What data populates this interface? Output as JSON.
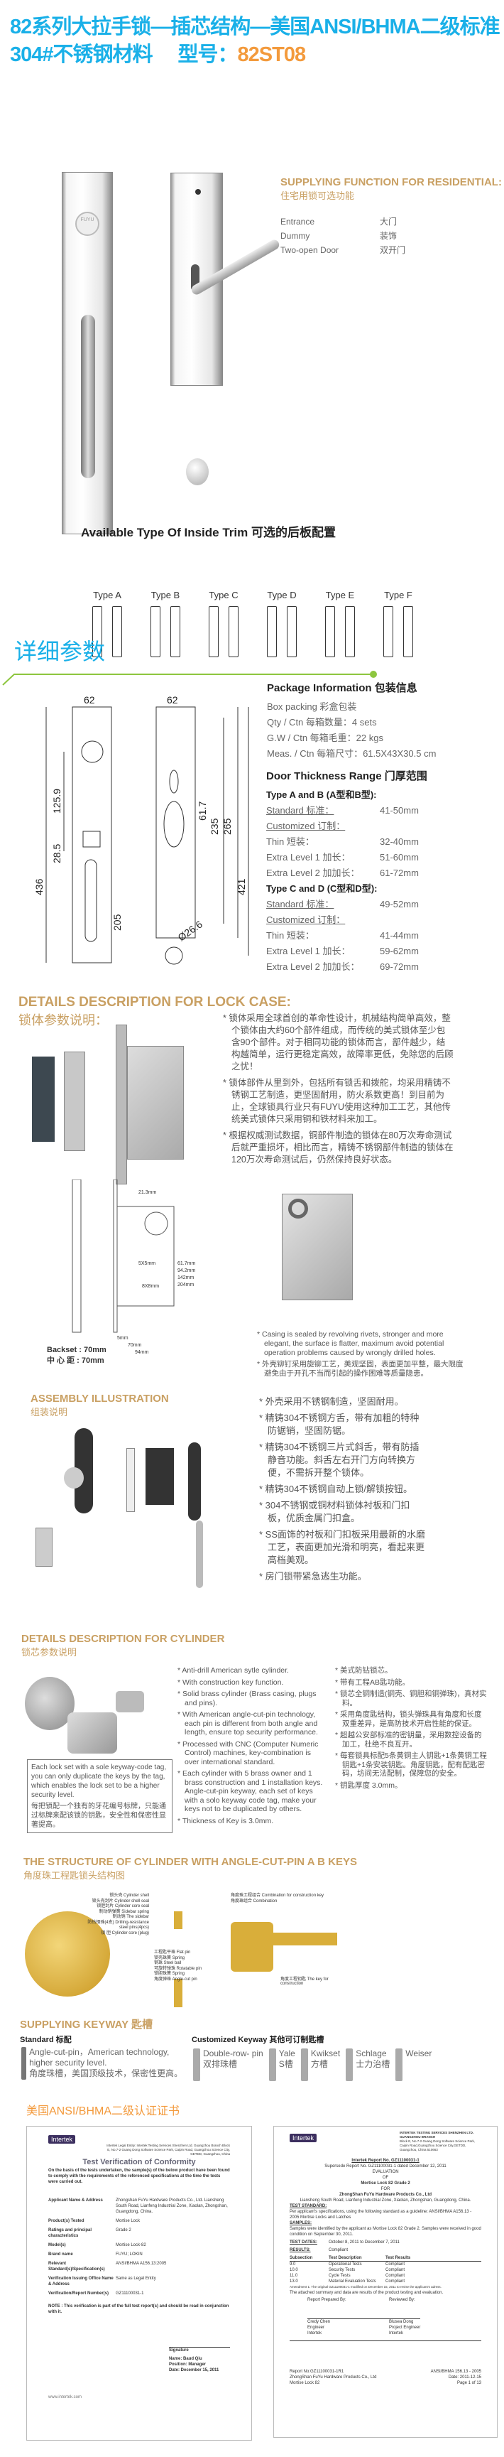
{
  "header": {
    "line1": "82系列大拉手锁—插芯结构—美国ANSI/BHMA二级标准",
    "line2_prefix": "304#不锈钢材料",
    "model_label": "型号：",
    "model": "82ST08"
  },
  "function": {
    "title_en": "SUPPLYING FUNCTION FOR RESIDENTIAL:",
    "title_cn": "住宅用锁可选功能",
    "items": [
      {
        "en": "Entrance",
        "cn": "大门"
      },
      {
        "en": "Dummy",
        "cn": "装饰"
      },
      {
        "en": "Two-open Door",
        "cn": "双开门"
      }
    ]
  },
  "product_logo": "FUYU",
  "trim": {
    "title": "Available Type Of Inside Trim  可选的后板配置",
    "types": [
      "Type A",
      "Type B",
      "Type C",
      "Type D",
      "Type E",
      "Type F"
    ]
  },
  "details_title": "详细参数",
  "drawing": {
    "dims": [
      "62",
      "62",
      "436",
      "125.9",
      "28.5",
      "205",
      "61.7",
      "235",
      "265",
      "421",
      "Ø26.6"
    ]
  },
  "package": {
    "title": "Package  Information 包装信息",
    "lines": [
      "Box packing 彩盒包装",
      "Qty / Ctn 每箱数量：4 sets",
      "G.W / Ctn 每箱毛重：22 kgs",
      "Meas. / Ctn 每箱尺寸：61.5X43X30.5 cm"
    ]
  },
  "thickness": {
    "title": "Door Thickness Range 门厚范围",
    "groups": [
      {
        "title": "Type A and B (A型和B型):",
        "standard_label": "Standard 标准：",
        "standard": "41-50mm",
        "customized_label": "Customized 订制：",
        "rows": [
          {
            "label": "Thin 短装：",
            "value": "32-40mm"
          },
          {
            "label": "Extra Level 1 加长：",
            "value": "51-60mm"
          },
          {
            "label": "Extra Level 2 加加长：",
            "value": "61-72mm"
          }
        ]
      },
      {
        "title": "Type C and D (C型和D型):",
        "standard_label": "Standard 标准：",
        "standard": "49-52mm",
        "customized_label": "Customized 订制：",
        "rows": [
          {
            "label": "Thin 短装：",
            "value": "41-44mm"
          },
          {
            "label": "Extra Level 1 加长：",
            "value": "59-62mm"
          },
          {
            "label": "Extra Level 2 加加长：",
            "value": "69-72mm"
          }
        ]
      }
    ]
  },
  "lockcase": {
    "title_en": "DETAILS DESCRIPTION FOR LOCK CASE:",
    "title_cn": "锁体参数说明：",
    "bullets": [
      "* 锁体采用全球首创的革命性设计，机械结构简单高效，整个锁体由大约60个部件组成，而传统的美式锁体至少包含90个部件。对于相同功能的锁体而言，部件越少，结构越简单，运行更稳定高效，故障率更低，免除您的后顾之忧！",
      "* 锁体部件从里到外，包括所有锁舌和拨舵，均采用精铸不锈钢工艺制造，更坚固耐用，防火系数更高！到目前为止，全球锁具行业只有FUYU使用这种加工工艺，其他传统美式锁体只采用铜和铁材料来加工。",
      "* 根据权威测试数据，铜部件制造的锁体在80万次寿命测试后就严重损坏，相比而言，精铸不锈钢部件制造的锁体在120万次寿命测试后，仍然保持良好状态。"
    ],
    "drawing_dims": [
      "21.3mm",
      "5X5mm",
      "8X8mm",
      "61.7mm",
      "94.2mm",
      "142mm",
      "204mm",
      "5mm",
      "70mm",
      "94mm"
    ],
    "backset_en": "Backset : 70mm",
    "backset_cn": "中 心 距 : 70mm",
    "casing_en": "* Casing is sealed by revolving rivets, stronger and more elegant, the surface is flatter, maximum avoid potential operation problems caused by wrongly drilled holes.",
    "casing_cn": "* 外壳铆钉采用旋铆工艺，美观坚固，表面更加平整，最大限度避免由于开孔不当而引起的操作困难等质量隐患。"
  },
  "assembly": {
    "title_en": "ASSEMBLY ILLUSTRATION",
    "title_cn": "组装说明",
    "bullets": [
      "* 外壳采用不锈钢制造，坚固耐用。",
      "* 精铸304不锈钢方舌，带有加粗的特种防锯销，坚固防锯。",
      "* 精铸304不锈钢三片式斜舌，带有防插静音功能。斜舌左右开门方向转换方便，不需拆开整个锁体。",
      "* 精铸304不锈钢自动上锁/解锁按钮。",
      "* 304不锈钢或铜材料锁体衬板和门扣板，优质金属门扣盒。",
      "* SS面饰的衬板和门扣板采用最新的水磨工艺，表面更加光滑和明亮，看起来更高档美观。",
      "* 房门锁带紧急逃生功能。"
    ]
  },
  "cylinder": {
    "title_en": "DETAILS DESCRIPTION FOR CYLINDER",
    "title_cn": "锁芯参数说明",
    "tag_en": "Each lock set with a sole keyway-code tag, you can only duplicate the keys by the tag, which enables the lock set to be a higher security level.",
    "tag_cn": "每把锁配一个独有的牙花编号标牌，只能通过标牌来配该锁的钥匙，安全性和保密性显著提高。",
    "bullets_en": [
      "* Anti-drill American sytle cylinder.",
      "* With construction key function.",
      "* Solid brass cylinder (Brass casing, plugs and pins).",
      "* With American angle-cut-pin technology, each pin is different from both angle and length, ensure top security performance.",
      "* Processed with CNC (Computer Numeric Control) machines, key-combination is over international standard.",
      "* Each cylinder with 5 brass owner and 1 brass construction and 1 installation keys. Angle-cut-pin keyway, each set of keys with a solo keyway code tag, make your keys not to be duplicated by others.",
      "* Thickness of Key is 3.0mm."
    ],
    "bullets_cn": [
      "* 美式防钻锁芯。",
      "* 带有工程AB匙功能。",
      "* 锁芯全铜制造(铜壳、铜胆和铜弹珠)，真材实料。",
      "* 采用角度匙结构，锁头弹珠具有角度和长度双重差异，是高防技术开启性能的保证。",
      "* 超越公安部标准的密钥量，采用数控设备的加工，杜绝不良互开。",
      "* 每套锁具标配5条黄铜主人钥匙+1条黄铜工程钥匙+1条安装钥匙。角度钥匙，配有配匙密码，坊间无法配制，保障您的安全。",
      "* 钥匙厚度 3.0mm。"
    ]
  },
  "structure": {
    "title_en": "THE STRUCTURE OF CYLINDER WITH ANGLE-CUT-PIN A B KEYS",
    "title_cn": "角度珠工程匙锁头结构图",
    "labels": [
      "锁头壳 Cylinder shell",
      "锁头壳封片 Cylinder shell seal",
      "锁胆封片 Cylinder core seal",
      "制动销弹簧 Sidebar spring",
      "制动销 The sidebar",
      "防钻钢珠(4支) Drilling-resistance steel pins(4pcs)",
      "锁 胆 Cylinder core (plug)",
      "工程匙平珠 Flat pin",
      "锁壳珠簧 Spring",
      "钢珠 Steel ball",
      "可旋转弹珠 Rotatable pin",
      "锁胆珠簧 Spring",
      "角度弹珠 Angle-cut pin",
      "角度珠工程组合 Combination for construction key",
      "角度珠组合 Combination",
      "角度工程钥匙 The key for construction"
    ]
  },
  "keyway": {
    "title": "SUPPLYING KEYWAY 匙槽",
    "standard_title": "Standard 标配",
    "standard_en": "Angle-cut-pin，American technology, higher security level.",
    "standard_cn": "角度珠槽，美国顶级技术，保密性更高。",
    "custom_title": "Customized Keyway 其他可订制匙槽",
    "custom": [
      {
        "en": "Double-row- pin",
        "cn": "双排珠槽"
      },
      {
        "en": "Yale",
        "cn": "S槽"
      },
      {
        "en": "Kwikset",
        "cn": "方槽"
      },
      {
        "en": "Schlage",
        "cn": "士力治槽"
      },
      {
        "en": "Weiser",
        "cn": ""
      }
    ]
  },
  "certs": {
    "title": "美国ANSI/BHMA二级认证证书",
    "left": {
      "logo": "Intertek",
      "address": "Intertek Legal Entity: Intertek Testing Services Shenzhen Ltd. Guangzhou Branch Block E, No.7-2 Guang Dong Software Science Park, Caipin Road, Guangzhou Science City, GETDD, Guangzhou, China",
      "title": "Test Verification of Conformity",
      "intro": "On the basis of the tests undertaken, the sample(s) of the below product have been found to comply with the requirements of the referenced specifications at the time the tests were carried out.",
      "fields": [
        {
          "k": "Applicant Name & Address",
          "v": "Zhongshan FuYu Hardware Products Co., Ltd. Liansheng South Road, Lianfeng Industrial Zone, Xiaolan, Zhongshan, Guangdong, China."
        },
        {
          "k": "Product(s) Tested",
          "v": "Mortise Lock"
        },
        {
          "k": "Ratings and principal characteristics",
          "v": "Grade 2"
        },
        {
          "k": "Model(s)",
          "v": "Mortise Lock-82"
        },
        {
          "k": "Brand name",
          "v": "FUYU; LOKIN"
        },
        {
          "k": "Relevant Standard(s)/Specification(s)",
          "v": "ANSI/BHMA A156.13:2005"
        },
        {
          "k": "Verification Issuing Office Name & Address",
          "v": "Same as Legal Entity"
        },
        {
          "k": "Verification/Report Number(s)",
          "v": "GZ11100031-1"
        }
      ],
      "note": "NOTE : This verification is part of the full test report(s) and should be read in conjunction with it.",
      "signature_label": "Signature",
      "name": "Name: Baud Qiu",
      "position": "Position: Manager",
      "date": "Date: December 15, 2011",
      "web": "www.intertek.com"
    },
    "right": {
      "logo": "Intertek",
      "org": "INTERTEK TESTING SERVICES SHENZHEN LTD. GUANGZHOU BRANCH",
      "addr": "Block E, No.7-2 Guang Dong Software Science Park, Caipin Road,Guangzhou Science City,GETDD, Guangzhou, China 510663",
      "report": "Intertek Report No. GZ11100031-1",
      "supersede": "Supersede Report No. GZ11100031-1 dated December 12, 2011",
      "eval": "EVALUATION",
      "of": "OF",
      "product": "Mortise Lock 82  Grade 2",
      "for": "FOR",
      "company": "ZhongShan FuYu Hardware Products Co., Ltd",
      "company_addr": "Liansheng South Road, Lianfeng Industrial Zone, Xiaolan, Zhongshan, Guangdong, China.",
      "std_h": "TEST STANDARD:",
      "std": "Per applicant's specifications, using the following standard as a guideline: ANSI/BHMA A156.13 - 2005 Mortise Locks and Latches",
      "samples_h": "SAMPLES:",
      "samples": "Samples were identified by the applicant as Mortise Lock 82 Grade 2. Samples were received in good condition on September 30, 2011.",
      "dates_h": "TEST DATES:",
      "dates": "October 8, 2011 to December 7, 2011",
      "results_h": "RESULTS:",
      "results": "Compliant",
      "table_head": [
        "Subsection",
        "Test Description",
        "Test Results"
      ],
      "table": [
        [
          "9.0",
          "Operational Tests",
          "Compliant"
        ],
        [
          "10.0",
          "Security Tests",
          "Compliant"
        ],
        [
          "11.0",
          "Cycle Tests",
          "Compliant"
        ],
        [
          "13.0",
          "Material Evaluation Tests",
          "Compliant"
        ]
      ],
      "amend": "Amendment 1: The original GZ11100031-1 modified on December 15, 2011 to revise the applicant's adress.",
      "summary": "The attached summary and data are results of the product testing and evaluation.",
      "prepared": "Report Prepared By:",
      "reviewed": "Reviewed By:",
      "p_name": "Credy Chen",
      "p_role": "Engineer",
      "p_org": "Intertek",
      "r_name": "Blusea Dong",
      "r_role": "Project Engineer",
      "r_org": "Intertek",
      "foot_l": [
        "Report No:GZ11100031-1R1",
        "ZhongShan FuYu Hardware Products Co., Ltd",
        "Mortise Lock 82"
      ],
      "foot_r": [
        "ANSI/BHMA 156.13 - 2005",
        "Date: 2011-12-15",
        "Page 1 of 13"
      ]
    }
  },
  "colors": {
    "blue": "#1ab0e8",
    "orange": "#f39a3c",
    "gold": "#c9a063",
    "green": "#8dc63f"
  }
}
